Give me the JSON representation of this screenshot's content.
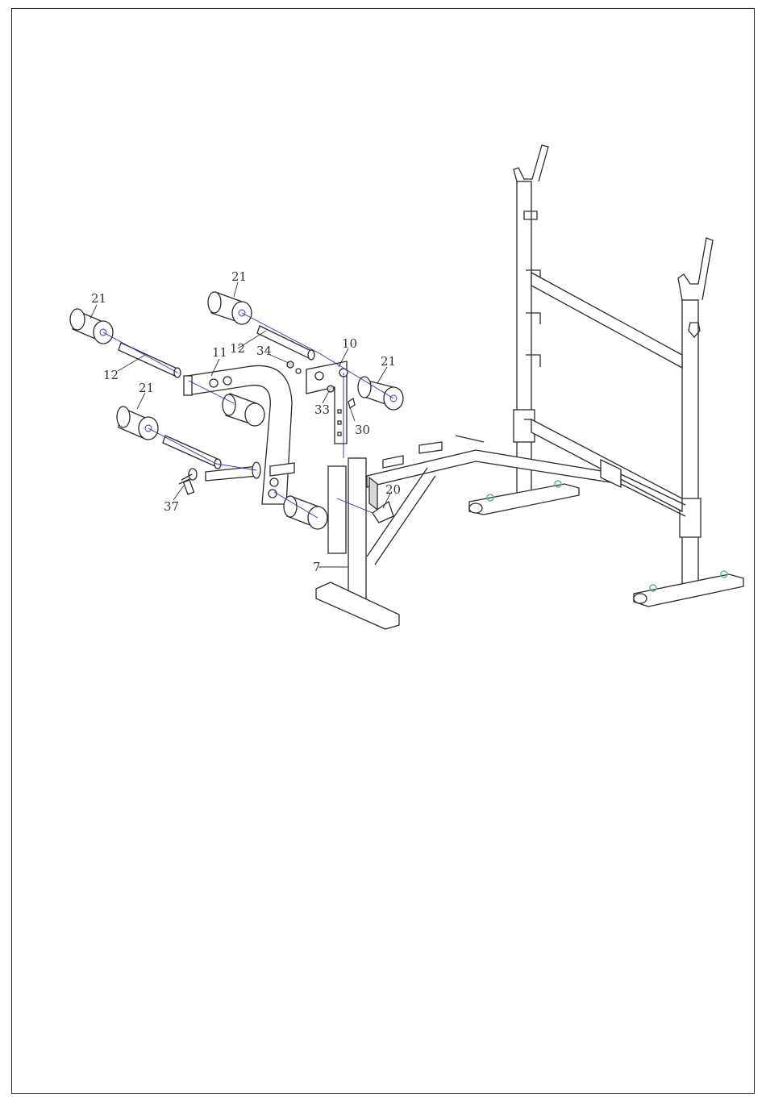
{
  "diagram": {
    "callouts": [
      {
        "id": "c21a",
        "text": "21"
      },
      {
        "id": "c21b",
        "text": "21"
      },
      {
        "id": "c21c",
        "text": "21"
      },
      {
        "id": "c21d",
        "text": "21"
      },
      {
        "id": "c12a",
        "text": "12"
      },
      {
        "id": "c12b",
        "text": "12"
      },
      {
        "id": "c11",
        "text": "11"
      },
      {
        "id": "c34",
        "text": "34"
      },
      {
        "id": "c10",
        "text": "10"
      },
      {
        "id": "c33",
        "text": "33"
      },
      {
        "id": "c30",
        "text": "30"
      },
      {
        "id": "c37",
        "text": "37"
      },
      {
        "id": "c20",
        "text": "20"
      },
      {
        "id": "c7",
        "text": "7"
      }
    ],
    "colors": {
      "line": "#2a2a2a",
      "guide": "#2b2bd1",
      "foot_cap": "#5fb0a0"
    }
  }
}
